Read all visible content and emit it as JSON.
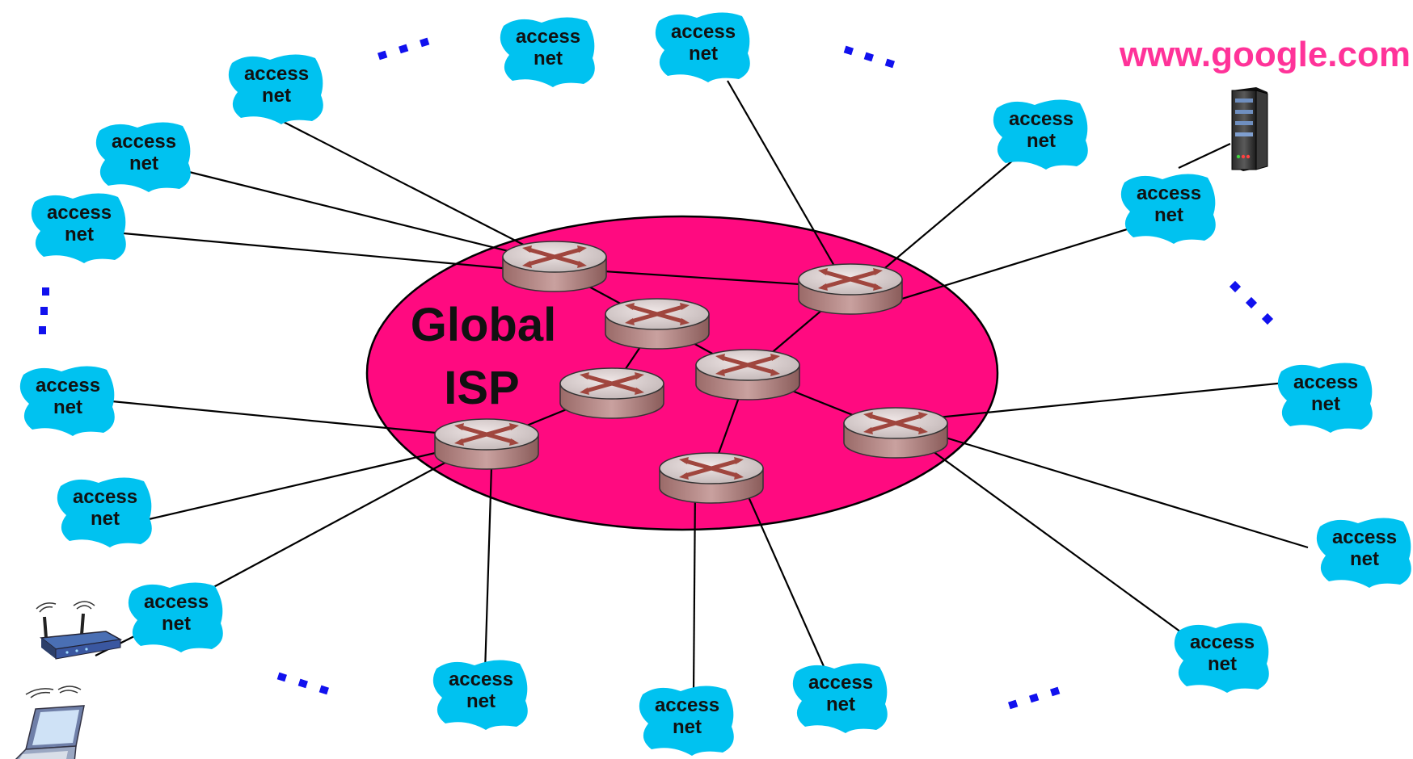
{
  "diagram": {
    "core": {
      "label_line1": "Global",
      "label_line2": "ISP",
      "fill_color": "#ff0a80"
    },
    "access_net": {
      "label_line1": "access",
      "label_line2": "net",
      "color": "#00c2f0"
    },
    "website": {
      "label": "www.google.com",
      "color": "#ff3399"
    },
    "ellipsis": "..."
  }
}
